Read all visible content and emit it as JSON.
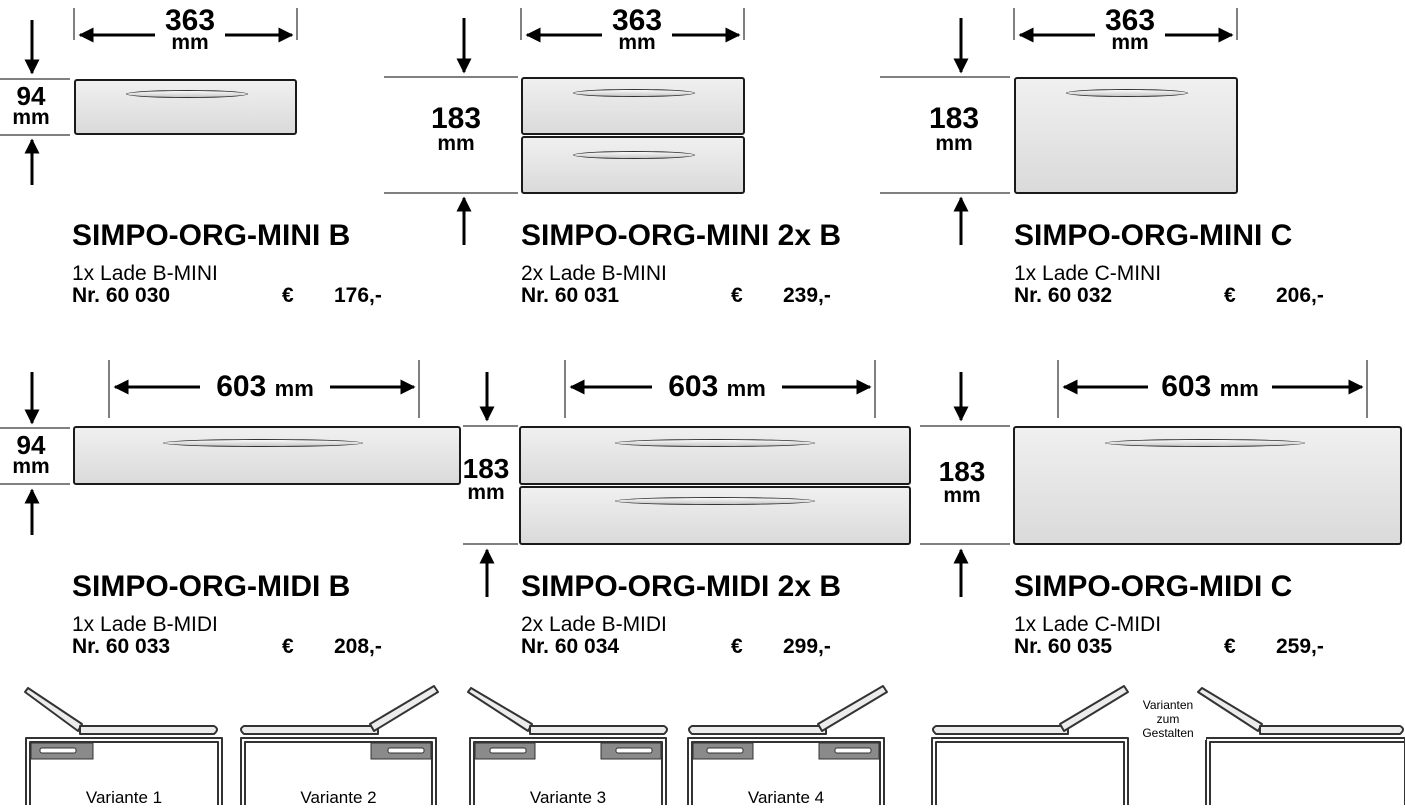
{
  "width_label": "363",
  "width_label_long": "603",
  "unit": "mm",
  "height_small": "94",
  "height_large": "183",
  "currency": "€",
  "products": [
    {
      "title": "SIMPO-ORG-MINI B",
      "content": "1x Lade B-MINI",
      "nr": "Nr. 60 030",
      "price": "176,-"
    },
    {
      "title": "SIMPO-ORG-MINI 2x B",
      "content": "2x Lade B-MINI",
      "nr": "Nr. 60 031",
      "price": "239,-"
    },
    {
      "title": "SIMPO-ORG-MINI C",
      "content": "1x Lade C-MINI",
      "nr": "Nr. 60 032",
      "price": "206,-"
    },
    {
      "title": "SIMPO-ORG-MIDI B",
      "content": "1x Lade B-MIDI",
      "nr": "Nr. 60 033",
      "price": "208,-"
    },
    {
      "title": "SIMPO-ORG-MIDI 2x B",
      "content": "2x Lade B-MIDI",
      "nr": "Nr. 60 034",
      "price": "299,-"
    },
    {
      "title": "SIMPO-ORG-MIDI C",
      "content": "1x Lade C-MIDI",
      "nr": "Nr. 60 035",
      "price": "259,-"
    }
  ],
  "variants": [
    "Variante 1",
    "Variante 2",
    "Variante 3",
    "Variante 4"
  ],
  "variants_custom": "Varianten zum Gestalten"
}
